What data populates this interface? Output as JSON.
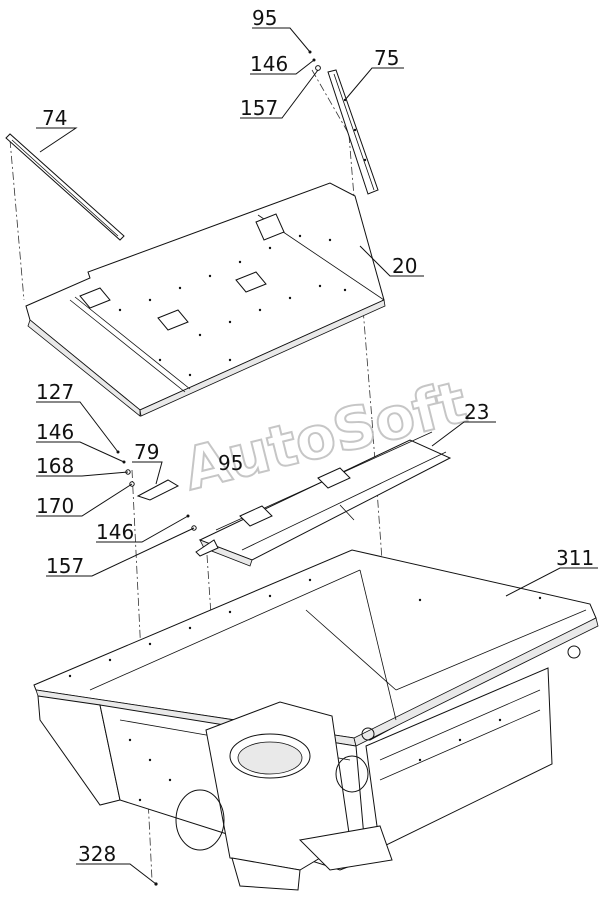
{
  "watermark": "AutoSoft",
  "labels": {
    "l95_top": "95",
    "l146_top": "146",
    "l157_top": "157",
    "l75": "75",
    "l74": "74",
    "l20": "20",
    "l127": "127",
    "l146_mid": "146",
    "l168": "168",
    "l170": "170",
    "l79": "79",
    "l95_mid": "95",
    "l23": "23",
    "l146_low": "146",
    "l157_low": "157",
    "l311": "311",
    "l328": "328"
  }
}
